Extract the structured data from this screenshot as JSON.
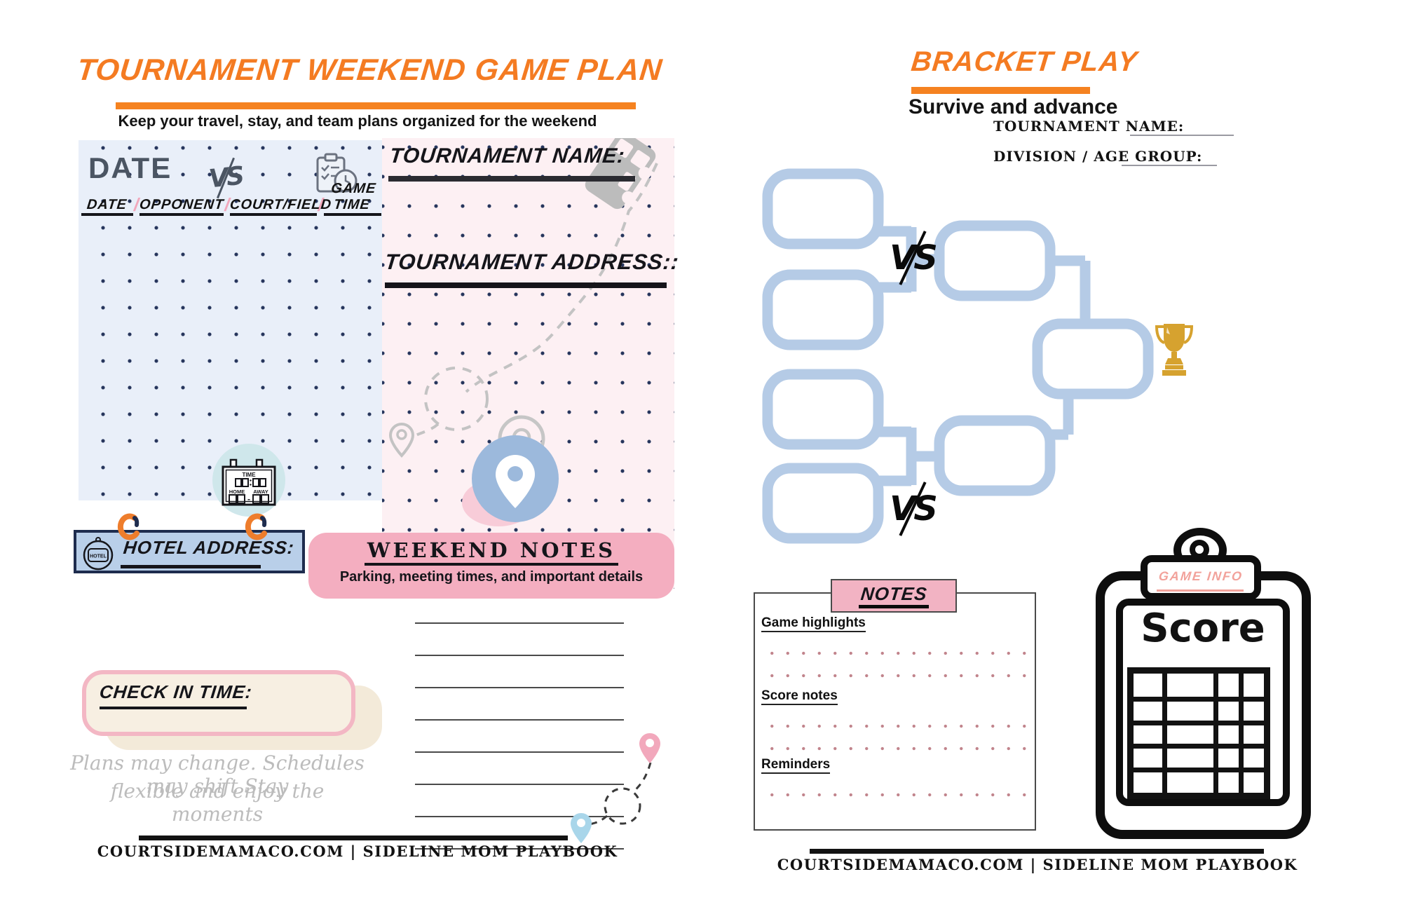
{
  "colors": {
    "orange": "#f47b22",
    "navy_border": "#1e2c4e",
    "panel_blue": "#e9eff9",
    "panel_pink": "#fdf0f3",
    "bar_blue": "#b9cfe9",
    "bracket_blue": "#b5cbe6",
    "badge_pink": "#f4aec0",
    "tab_pink": "#f2b3c3",
    "cream_fill": "#f7efe2",
    "pink_border": "#f3b7c4",
    "dot_navy": "#26355c",
    "dot_rose": "#c1848c",
    "trophy_gold": "#d6a22f",
    "icon_gray": "#bcbcbc",
    "quote_gray": "#bcbcbc"
  },
  "page_left": {
    "title": "TOURNAMENT WEEKEND GAME PLAN",
    "subtitle": "Keep your travel, stay, and team plans organized for the weekend",
    "schedule": {
      "heading": "DATE",
      "vs": "VS",
      "separator": "/",
      "columns": [
        "DATE",
        "OPPONENT",
        "COURT/FIELD",
        "GAME TIME"
      ]
    },
    "scoreboard": {
      "time_label": "TIME",
      "time_value": "00:00",
      "home": "HOME",
      "away": "AWAY",
      "dash": "-"
    },
    "travel": {
      "name_label": "TOURNAMENT NAME:",
      "address_label": "TOURNAMENT ADDRESS::"
    },
    "hotel": {
      "sign": "HOTEL",
      "label": "HOTEL ADDRESS:"
    },
    "weekend_notes": {
      "title": "WEEKEND NOTES",
      "subtitle": "Parking, meeting times, and important details"
    },
    "check_in": {
      "label": "CHECK IN TIME:"
    },
    "quote": {
      "line1": "Plans may change. Schedules may shift Stay",
      "line2": "flexible and enjoy the moments"
    },
    "footer": "COURTSIDEMAMACO.COM | SIDELINE MOM PLAYBOOK"
  },
  "page_right": {
    "title": "BRACKET PLAY",
    "subtitle": "Survive and advance",
    "form": {
      "tournament_name_label": "TOURNAMENT NAME:",
      "division_label": "DIVISION / AGE GROUP:"
    },
    "bracket": {
      "vs_top": "VS",
      "vs_bottom": "VS"
    },
    "notes": {
      "tab_label": "NOTES",
      "section1": "Game highlights",
      "section2": "Score notes",
      "section3": "Reminders"
    },
    "clipboard": {
      "clip_label": "GAME INFO",
      "title": "Score"
    },
    "footer": "COURTSIDEMAMACO.COM | SIDELINE MOM PLAYBOOK"
  }
}
